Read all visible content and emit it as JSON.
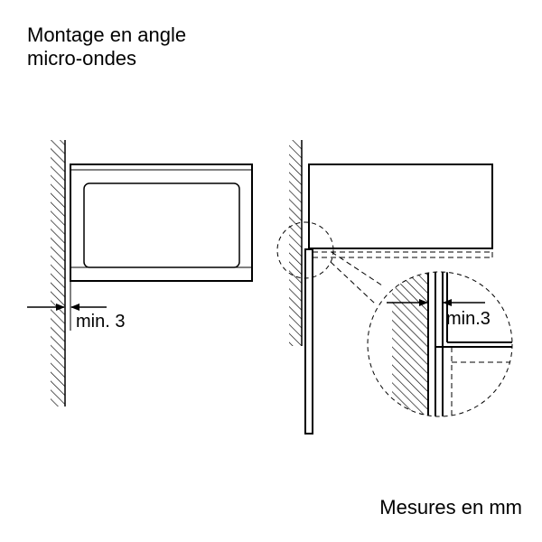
{
  "title": {
    "line1": "Montage en angle",
    "line2": "micro-ondes"
  },
  "left_view": {
    "gap_label": "min. 3"
  },
  "detail_view": {
    "gap_label": "min.3"
  },
  "footer": {
    "units_note": "Mesures en mm"
  }
}
